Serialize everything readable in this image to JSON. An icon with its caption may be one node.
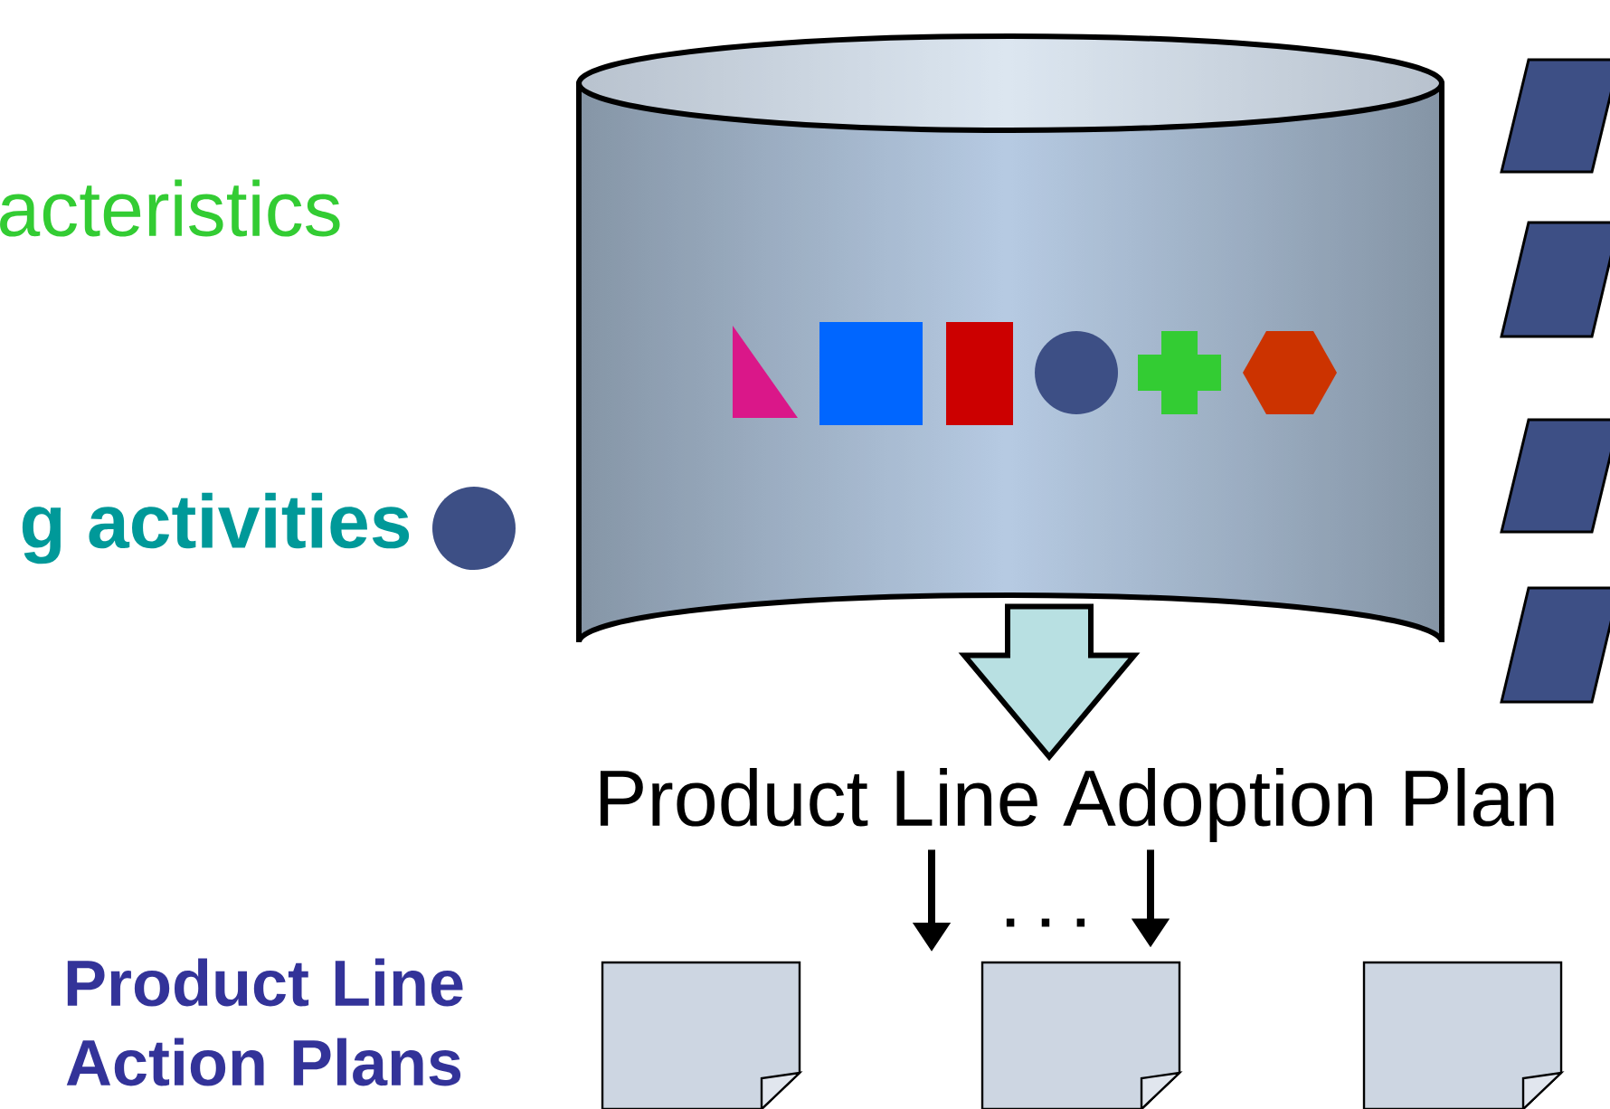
{
  "diagram": {
    "nodes": [
      {
        "text": [],
        "shape": "cylinder"
      },
      {
        "text": [
          "Product Line Adoption Plan"
        ]
      },
      {
        "text": [],
        "shape": "document"
      },
      {
        "text": [],
        "shape": "document"
      },
      {
        "text": [],
        "shape": "document"
      }
    ],
    "edges": [
      {
        "from": 0,
        "to": 1,
        "arrow": "to"
      },
      {
        "from": 1,
        "to": null,
        "arrow": "to"
      },
      {
        "from": 1,
        "to": 3,
        "arrow": "to"
      }
    ],
    "labels": [
      "acteristics",
      "g activities",
      ". . .",
      "Product Line Action Plans"
    ]
  }
}
